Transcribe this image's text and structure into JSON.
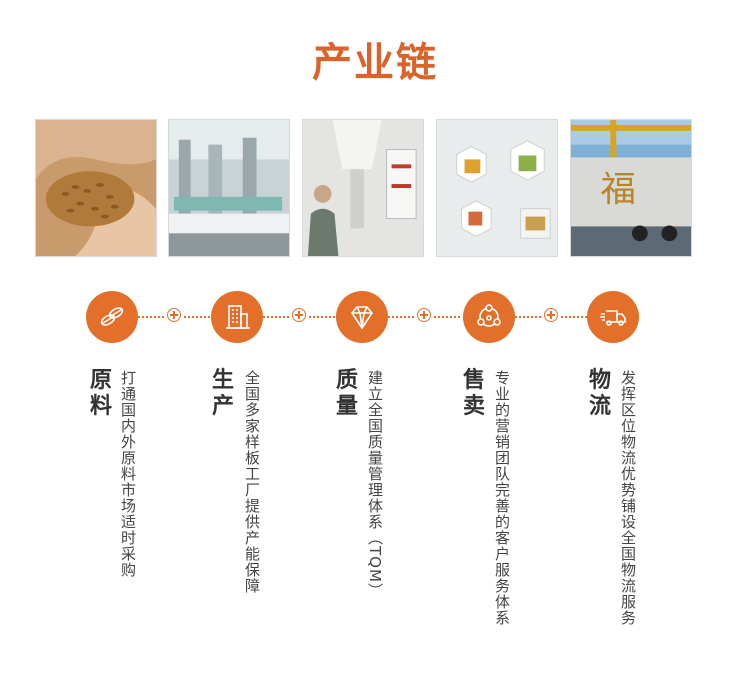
{
  "header": {
    "title": "产业链"
  },
  "colors": {
    "accent": "#e2702a",
    "title": "#d9632b"
  },
  "stages": [
    {
      "icon": "seeds-icon",
      "title": "原料",
      "desc": "打通国内外原料市场适时采购"
    },
    {
      "icon": "factory-icon",
      "title": "生产",
      "desc": "全国多家样板工厂提供产能保障"
    },
    {
      "icon": "diamond-icon",
      "title": "质量",
      "desc": "建立全国质量管理体系（TQM）"
    },
    {
      "icon": "network-icon",
      "title": "售卖",
      "desc": "专业的营销团队完善的客户服务体系"
    },
    {
      "icon": "delivery-truck-icon",
      "title": "物流",
      "desc": "发挥区位物流优势铺设全国物流服务"
    }
  ]
}
